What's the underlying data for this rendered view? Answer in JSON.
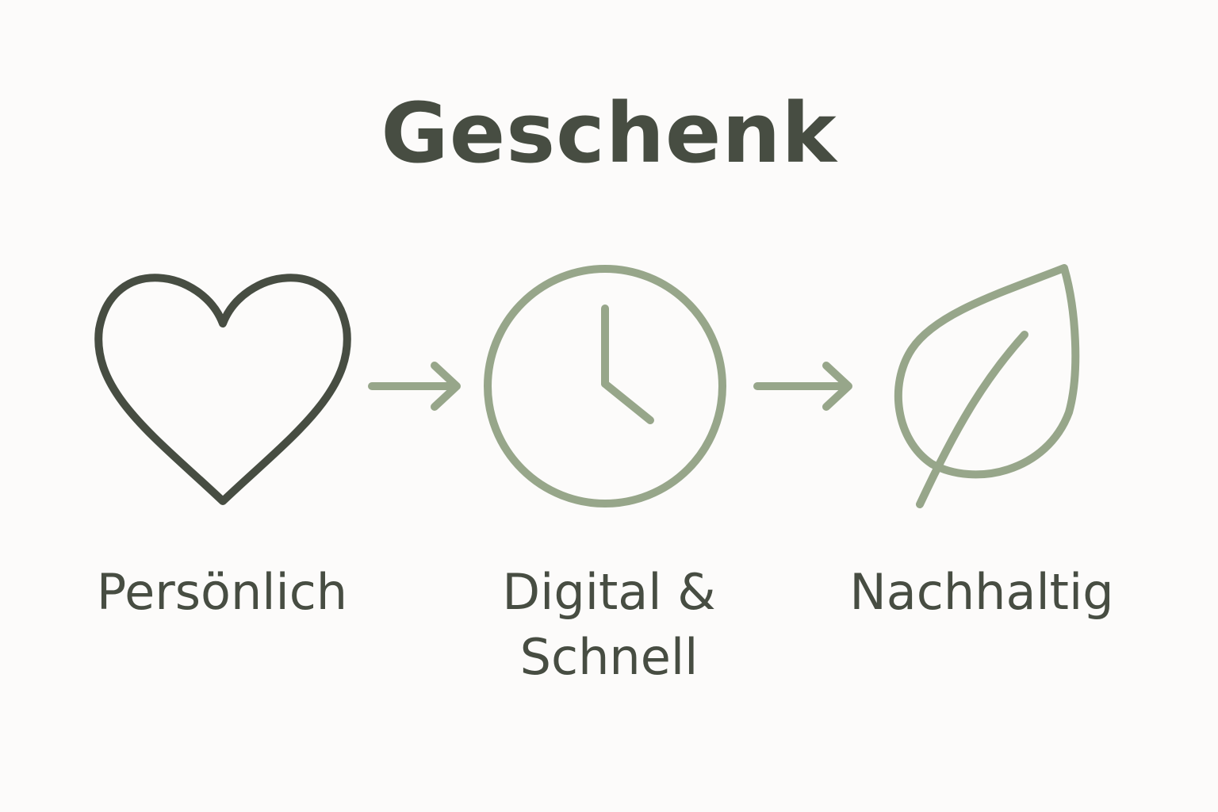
{
  "title": "Geschenk",
  "colors": {
    "background": "#fcfbfa",
    "dark": "#474d42",
    "sage": "#97a68a"
  },
  "steps": [
    {
      "icon": "heart-icon",
      "label": "Persönlich"
    },
    {
      "icon": "clock-icon",
      "label_line1": "Digital &",
      "label_line2": "Schnell"
    },
    {
      "icon": "leaf-icon",
      "label": "Nachhaltig"
    }
  ],
  "connectors": [
    "arrow-right-icon",
    "arrow-right-icon"
  ]
}
